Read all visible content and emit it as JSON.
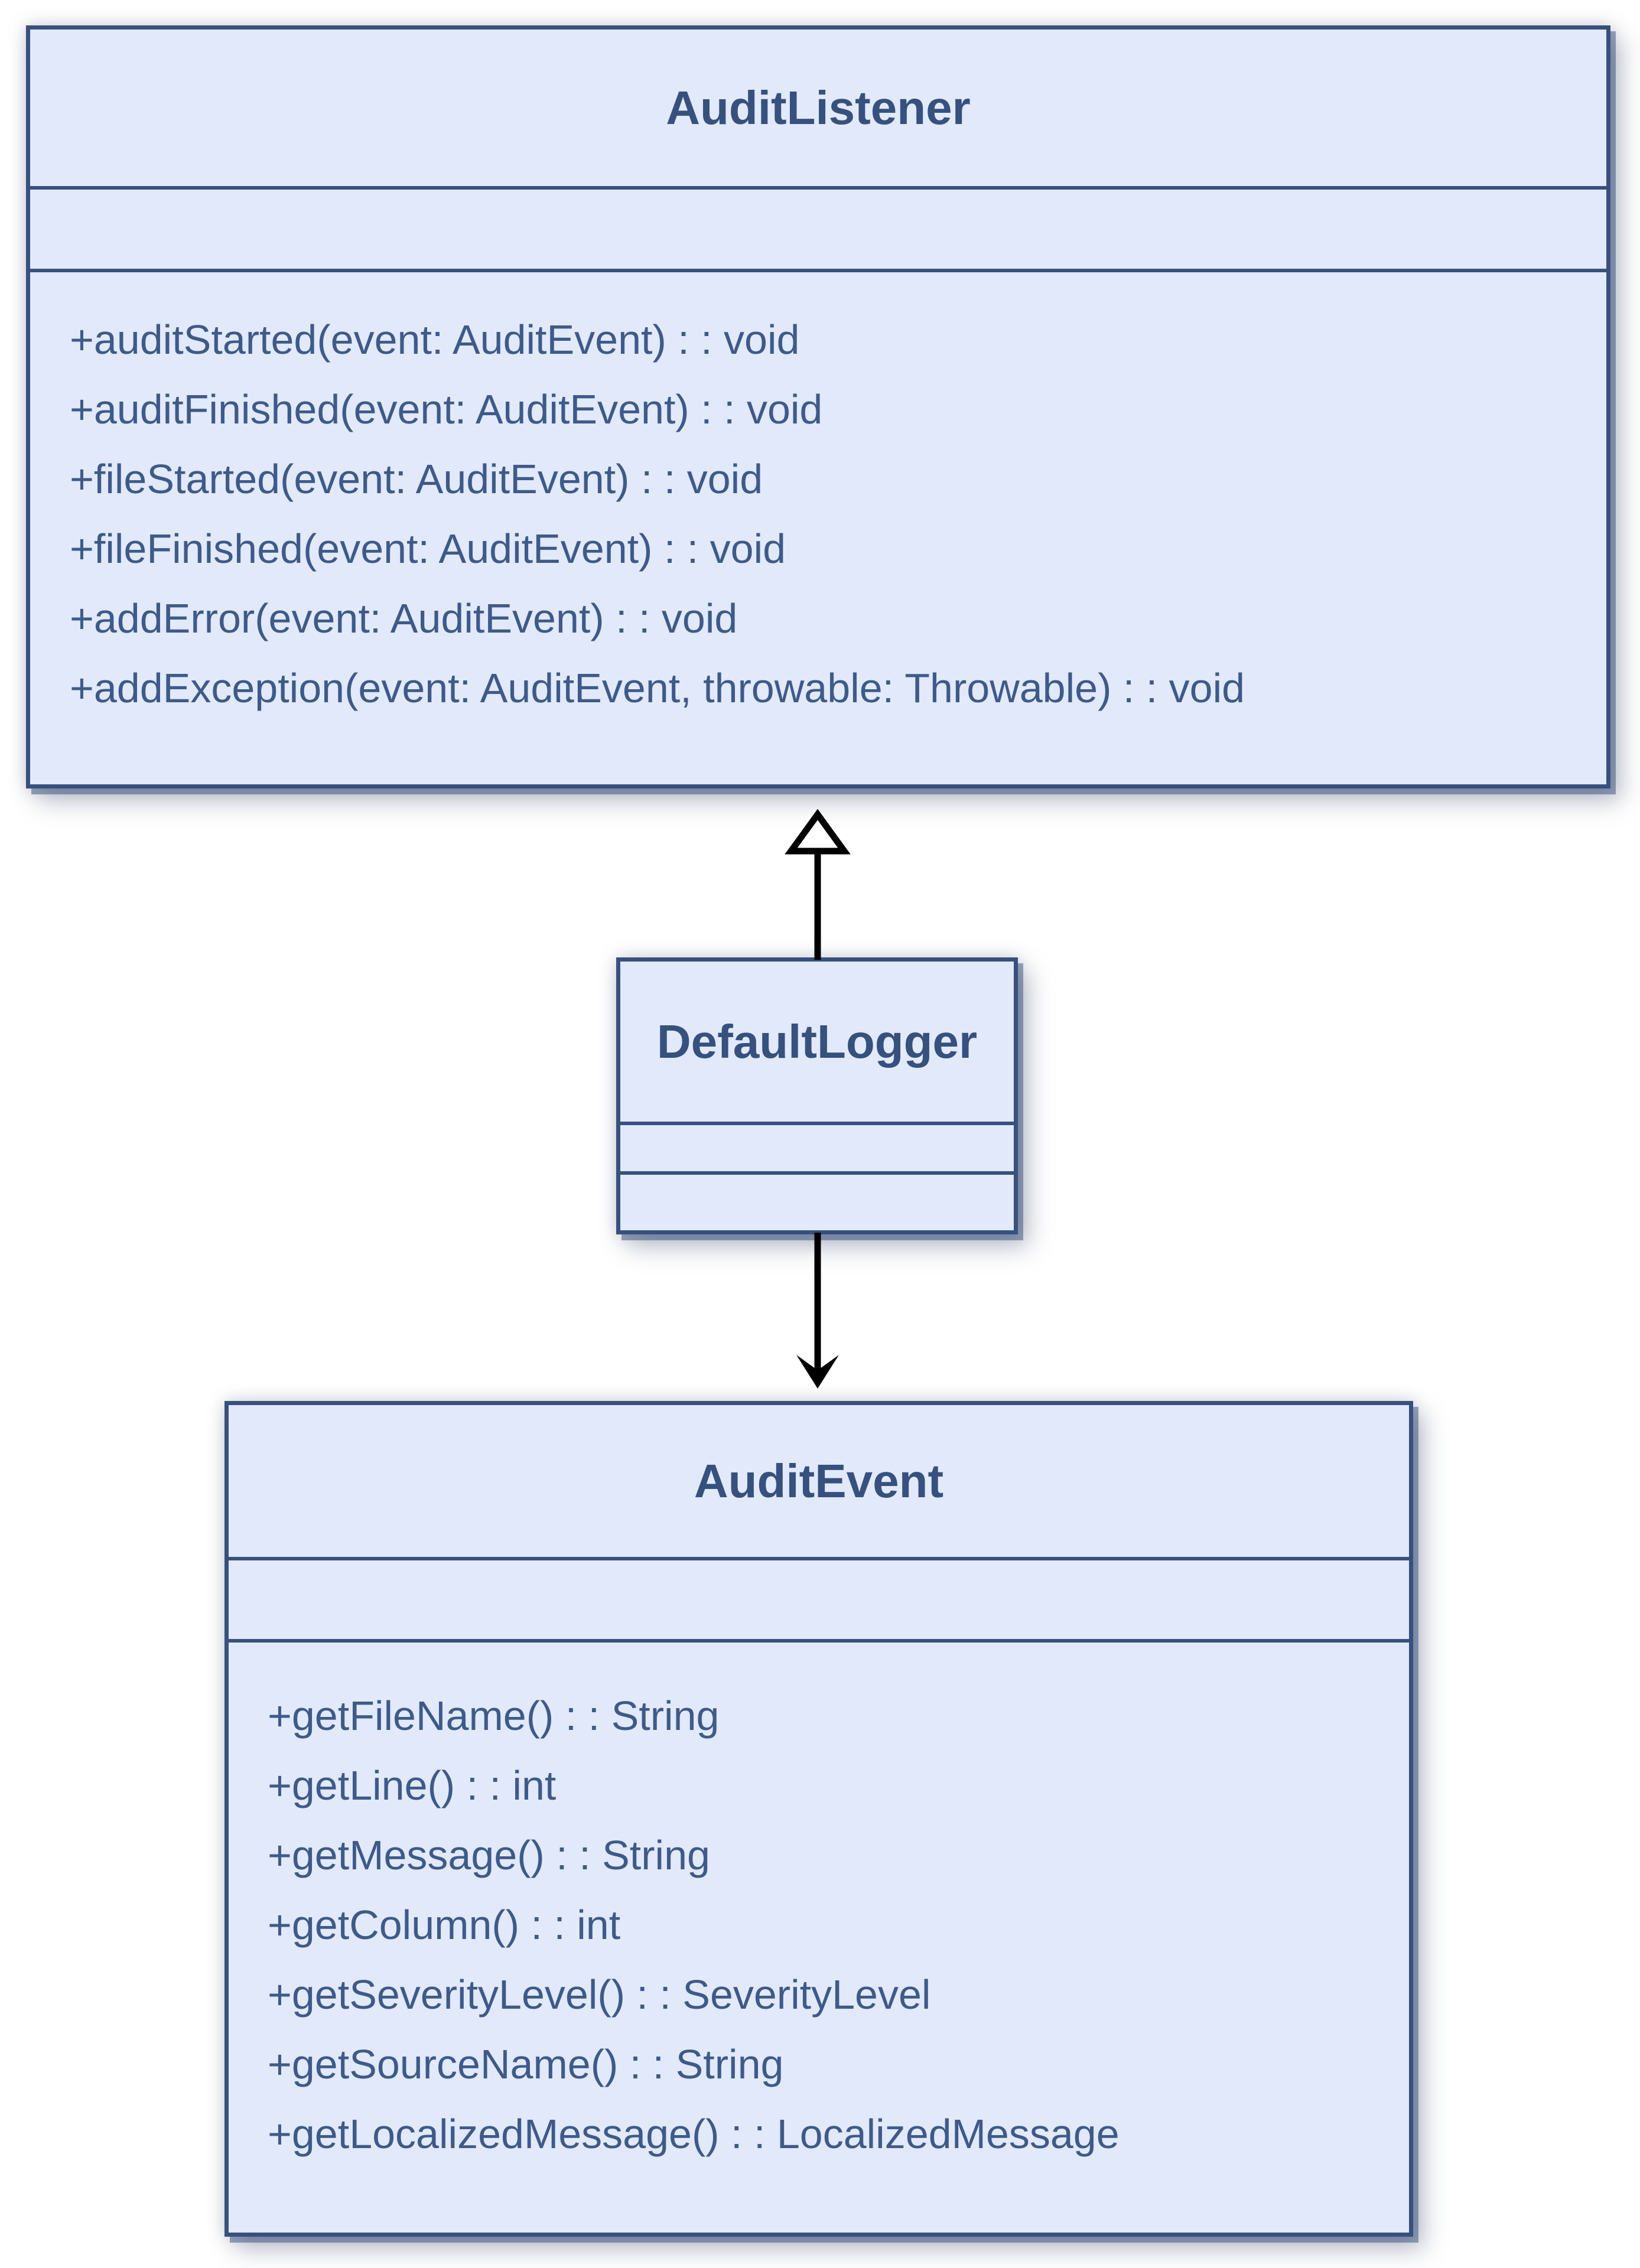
{
  "diagram": {
    "type": "uml-class-diagram",
    "classes": [
      {
        "name": "AuditListener",
        "attributes": [],
        "methods": [
          "+auditStarted(event: AuditEvent) : : void",
          "+auditFinished(event: AuditEvent) : : void",
          "+fileStarted(event: AuditEvent) : : void",
          "+fileFinished(event: AuditEvent) : : void",
          "+addError(event: AuditEvent) : : void",
          "+addException(event: AuditEvent, throwable: Throwable) : : void"
        ]
      },
      {
        "name": "DefaultLogger",
        "attributes": [],
        "methods": []
      },
      {
        "name": "AuditEvent",
        "attributes": [],
        "methods": [
          "+getFileName() : : String",
          "+getLine() : : int",
          "+getMessage() : : String",
          "+getColumn() : : int",
          "+getSeverityLevel() : : SeverityLevel",
          "+getSourceName() : : String",
          "+getLocalizedMessage() : : LocalizedMessage"
        ]
      }
    ],
    "relationships": [
      {
        "from": "DefaultLogger",
        "to": "AuditListener",
        "type": "realization",
        "arrowhead": "hollow-triangle"
      },
      {
        "from": "DefaultLogger",
        "to": "AuditEvent",
        "type": "directed-association",
        "arrowhead": "open"
      }
    ]
  },
  "colors": {
    "class-fill": "#e1e9fb",
    "class-border": "#38507d",
    "title-text": "#36517e",
    "method-text": "#3e5a89",
    "arrow": "#000000",
    "canvas-bg": "#ffffff"
  }
}
